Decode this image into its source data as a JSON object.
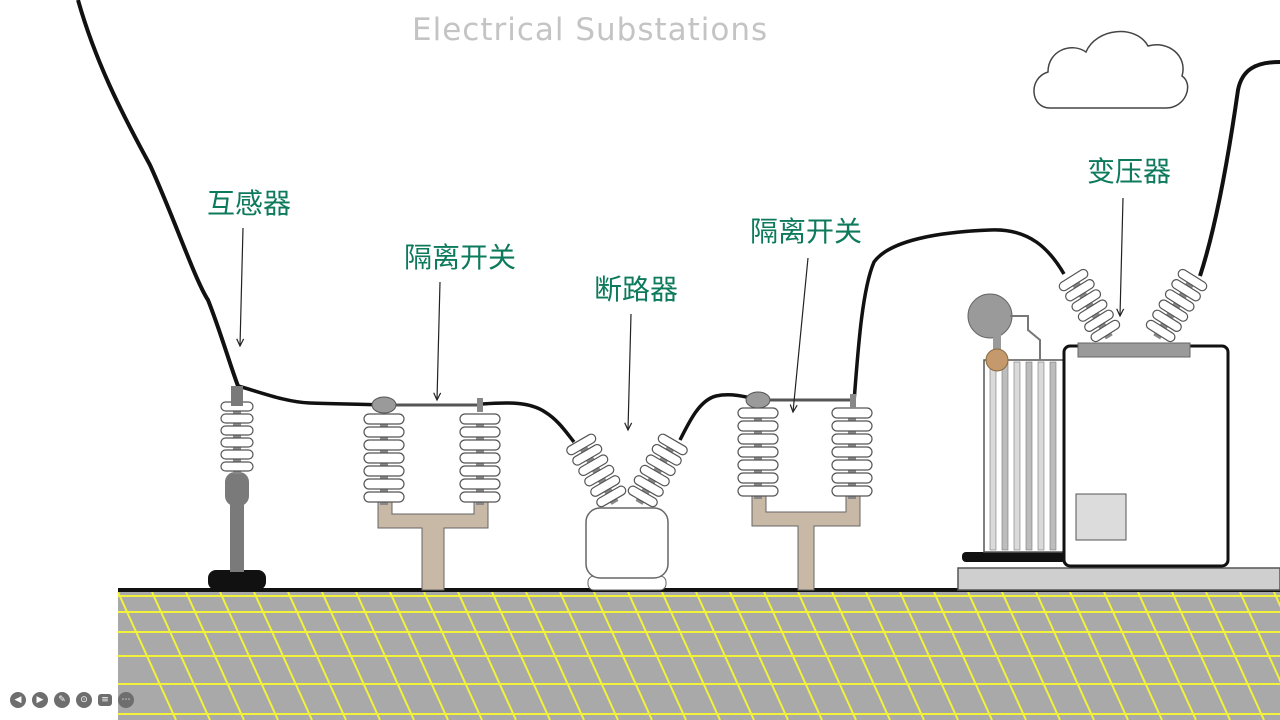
{
  "title": "Electrical Substations",
  "labels": {
    "transformer_ct": "互感器",
    "isolator_left": "隔离开关",
    "circuit_breaker": "断路器",
    "isolator_right": "隔离开关",
    "power_transformer": "变压器"
  },
  "colors": {
    "label": "#0d7a5c",
    "title": "#c4c4c4",
    "ground": "#a9a9a9",
    "ground_grid": "#f2f23a",
    "insulator_stroke": "#555555",
    "support_tan": "#c8b8a6",
    "device_gray": "#8c8c8c"
  },
  "toolbar": {
    "prev_icon": "◀",
    "next_icon": "▶",
    "pen_icon": "✎",
    "zoom_icon": "⊙",
    "menu_icon": "≡",
    "more_icon": "⋯"
  }
}
